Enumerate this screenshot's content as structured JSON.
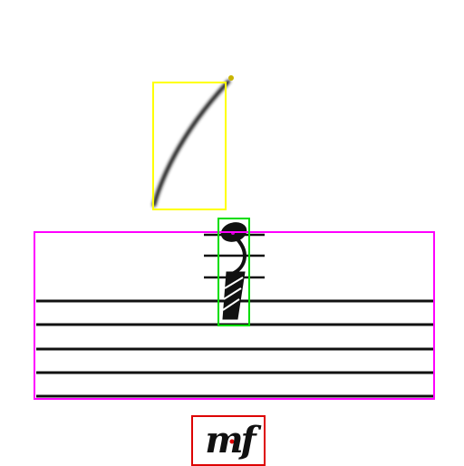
{
  "score": {
    "dynamic_marking": "mf",
    "annotation_colors": {
      "slur": "#ffff00",
      "staff": "#ff00ff",
      "note": "#00dd00",
      "dynamic": "#dd0000",
      "marker": "#cc00cc"
    },
    "staff_lines": 5,
    "ledger_lines": 3,
    "symbols": [
      "slur",
      "staff",
      "note-with-ledger-lines",
      "dynamic-mf"
    ]
  }
}
